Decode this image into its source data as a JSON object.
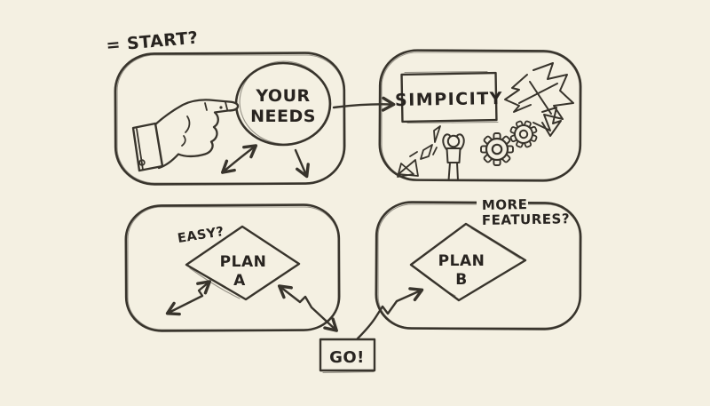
{
  "palette": {
    "background": "#f4f0e2",
    "ink": "#38342c",
    "text": "#282420"
  },
  "labels": {
    "start": "= START?",
    "your_needs": {
      "line1": "YOUR",
      "line2": "NEEDS"
    },
    "simplicity": "SIMPICITY",
    "easy": "EASY?",
    "more_features": {
      "line1": "MORE",
      "line2": "FEATURES?"
    },
    "plan_a": {
      "line1": "PLAN",
      "line2": "A"
    },
    "plan_b": {
      "line1": "PLAN",
      "line2": "B"
    },
    "go": "GO!"
  },
  "icons": {
    "pointing_hand": "pointing-hand-icon",
    "spread_arrows": "spread-arrows-icon",
    "down_arrow": "down-arrow-icon",
    "flow_arrow": "needs-to-simplicity-arrow-icon",
    "scribble_arrows": "scribble-arrows-icon",
    "gears": "gears-icon",
    "frustrated_person": "frustrated-person-icon",
    "broken_shards": "broken-shards-icon",
    "reject_zigzag_arrow": "plan-a-reject-arrow-icon",
    "plan_a_go_arrow": "plan-a-go-arrow-icon",
    "go_plan_b_arrow": "go-plan-b-arrow-icon"
  }
}
